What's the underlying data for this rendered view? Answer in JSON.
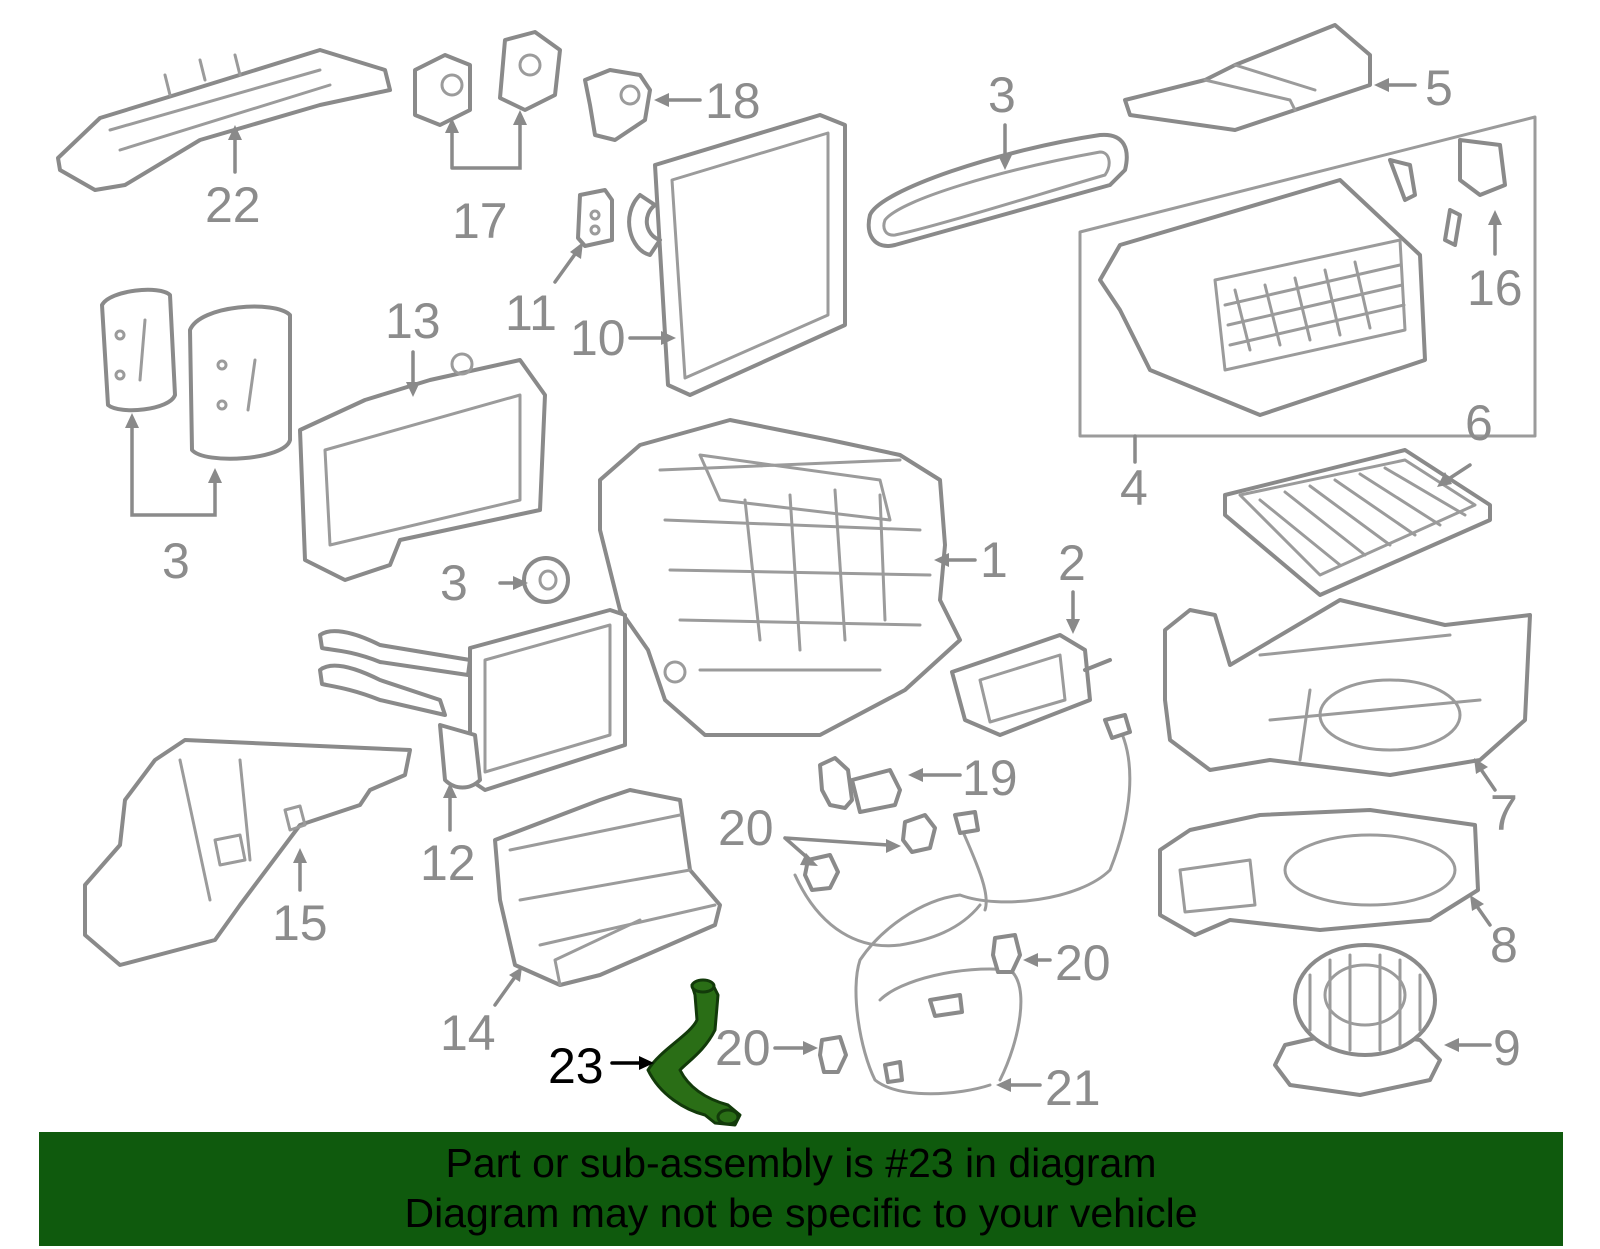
{
  "diagram": {
    "callouts": [
      "1",
      "2",
      "3",
      "4",
      "5",
      "6",
      "7",
      "8",
      "9",
      "10",
      "11",
      "12",
      "13",
      "14",
      "15",
      "16",
      "17",
      "18",
      "19",
      "20",
      "21",
      "22",
      "23"
    ],
    "highlight_part": "23"
  },
  "banner": {
    "line1": "Part or sub-assembly is #23 in diagram",
    "line2": "Diagram may not be specific to your vehicle",
    "background": "#0f5a0d"
  },
  "colors": {
    "line_art": "#8a8a8a",
    "highlight_fill": "#2a6e16",
    "highlight_label": "#000000"
  }
}
